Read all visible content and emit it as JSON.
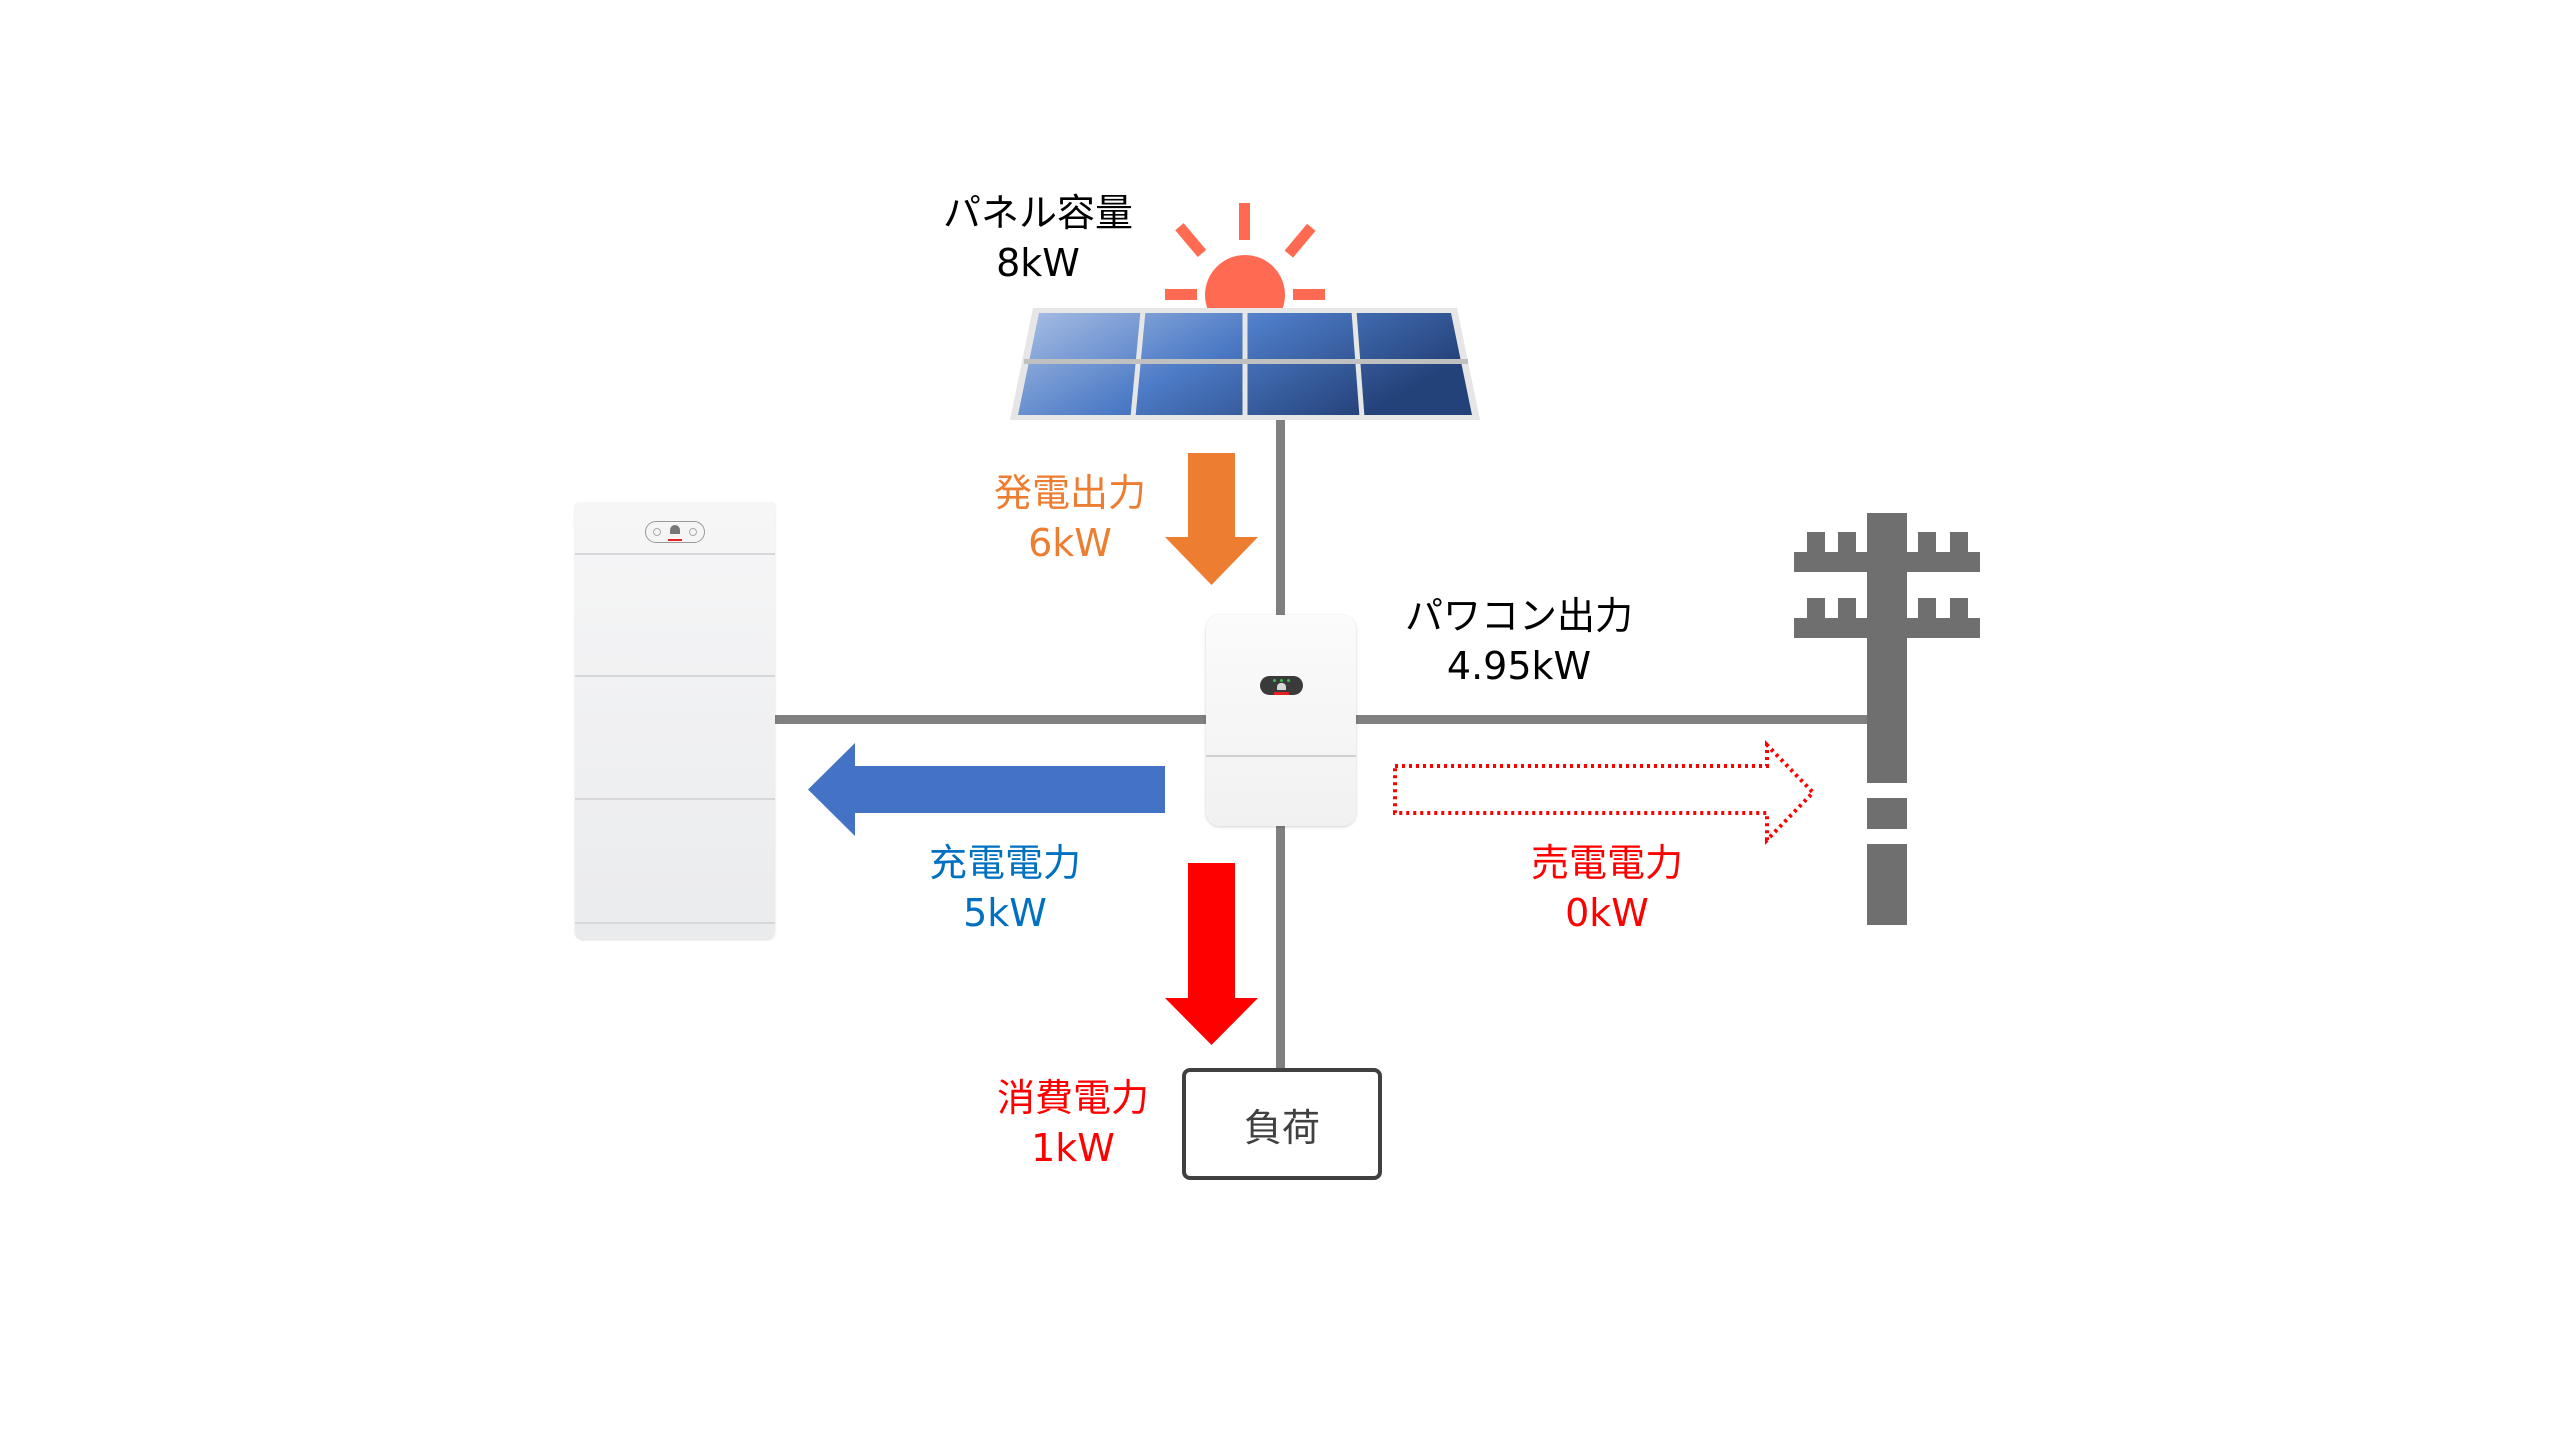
{
  "diagram": {
    "panel": {
      "title": "パネル容量",
      "value": "8kW"
    },
    "generation": {
      "title": "発電出力",
      "value": "6kW",
      "color": "#ED7D31"
    },
    "inverter": {
      "title": "パワコン出力",
      "value": "4.95kW"
    },
    "charge": {
      "title": "充電電力",
      "value": "5kW",
      "color": "#4472C4",
      "text_color": "#0070C0"
    },
    "sell": {
      "title": "売電電力",
      "value": "0kW",
      "color": "#FF0000"
    },
    "consumption": {
      "title": "消費電力",
      "value": "1kW",
      "color": "#FF0000"
    },
    "load": {
      "label": "負荷"
    },
    "icons": [
      "sun-icon",
      "solar-panel-icon",
      "battery-icon",
      "inverter-icon",
      "utility-pole-icon"
    ]
  }
}
